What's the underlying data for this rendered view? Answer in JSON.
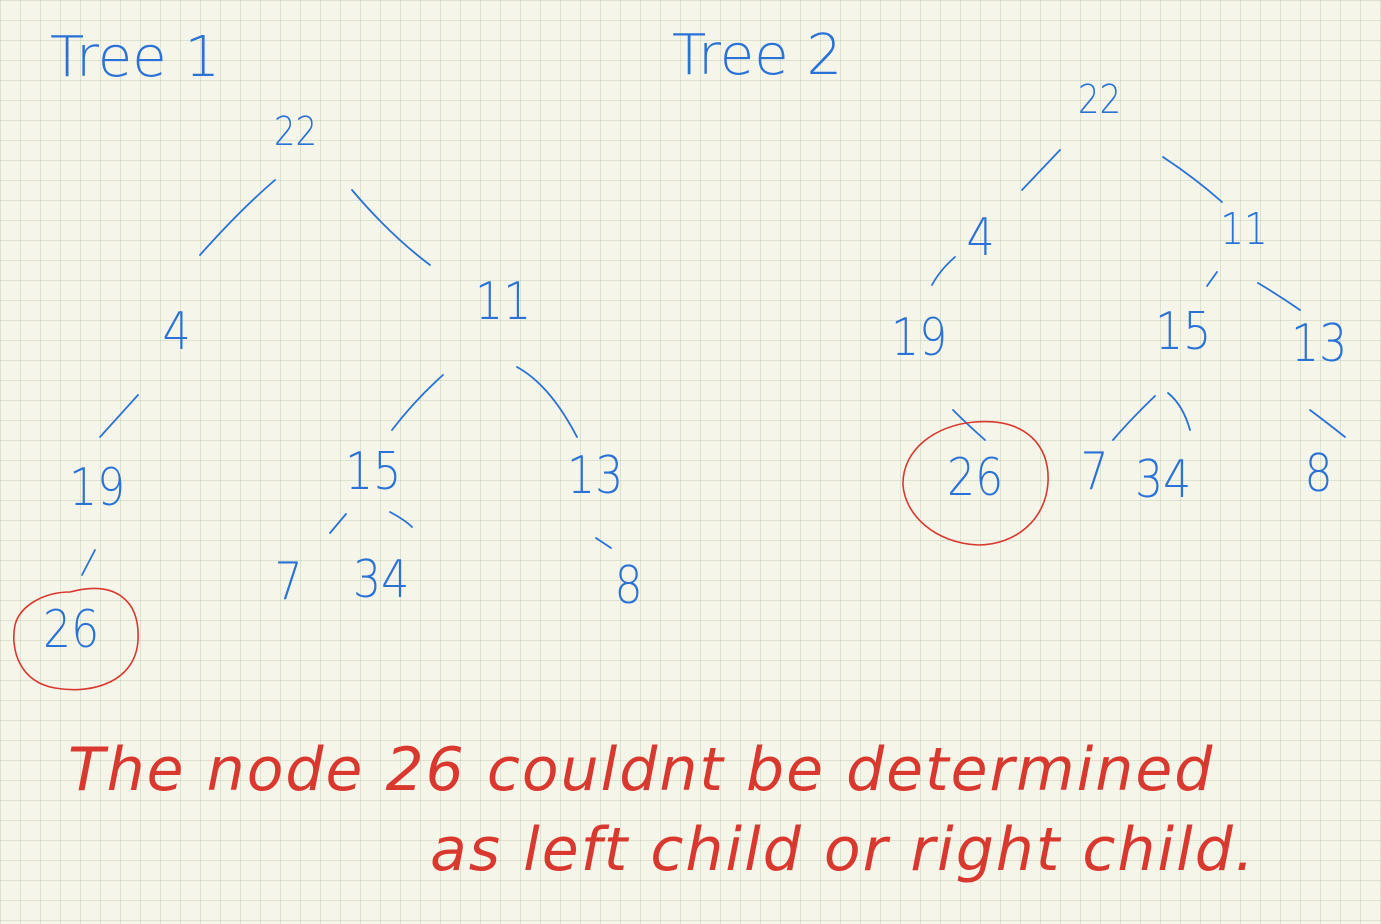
{
  "tree1": {
    "title": "Tree 1",
    "nodes": {
      "root": "22",
      "a": "4",
      "b": "11",
      "c": "19",
      "d": "15",
      "e": "13",
      "f": "26",
      "g": "7",
      "h": "34",
      "i": "8"
    }
  },
  "tree2": {
    "title": "Tree 2",
    "nodes": {
      "root": "22",
      "a": "4",
      "b": "11",
      "c": "19",
      "d": "15",
      "e": "13",
      "f": "26",
      "g": "7",
      "h": "34",
      "i": "8"
    }
  },
  "note": {
    "line1": "The node 26 couldnt be determined",
    "line2": "as left child or right child."
  },
  "colors": {
    "ink": "#2a72d6",
    "annotation": "#d9382e",
    "paper": "#f6f5ea"
  }
}
